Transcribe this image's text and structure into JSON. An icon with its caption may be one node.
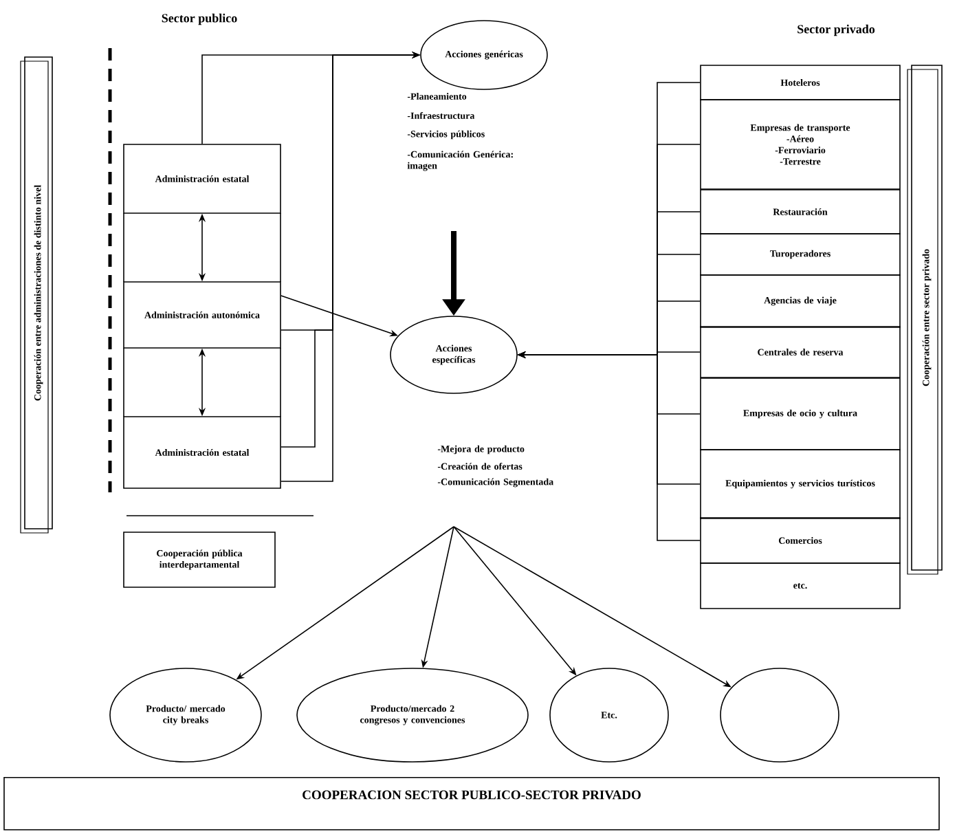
{
  "diagram": {
    "title": "COOPERACION SECTOR PUBLICO-SECTOR PRIVADO",
    "nodes": [
      {
        "text": [
          "Cooperación entre administraciones de distinto nivel"
        ]
      },
      {
        "text": [
          "Acciones genéricas"
        ]
      },
      {
        "text": [
          "Administración estatal"
        ]
      },
      {
        "text": [
          "Administración autonómica"
        ]
      },
      {
        "text": [
          "Administración estatal"
        ]
      },
      {
        "text": [
          "Acciones específicas"
        ]
      },
      {
        "text": [
          "Cooperación pública interdepartamental"
        ]
      },
      {
        "text": [
          "Hoteleros"
        ]
      },
      {
        "text": [
          "Empresas de transporte",
          "-Aéreo",
          "-Ferroviario",
          "-Terrestre"
        ]
      },
      {
        "text": [
          "Restauración"
        ]
      },
      {
        "text": [
          "Turoperadores"
        ]
      },
      {
        "text": [
          "Agencias de viaje"
        ]
      },
      {
        "text": [
          "Centrales de reserva"
        ]
      },
      {
        "text": [
          "Empresas de ocio y cultura"
        ]
      },
      {
        "text": [
          "Equipamientos y servicios turísticos"
        ]
      },
      {
        "text": [
          "Comercios"
        ]
      },
      {
        "text": [
          "etc."
        ]
      },
      {
        "text": [
          "Cooperación entre sector privado"
        ]
      },
      {
        "text": [
          "Producto/ mercado city breaks"
        ]
      },
      {
        "text": [
          "Producto/mercado 2 congresos y convenciones"
        ]
      },
      {
        "text": [
          "Etc."
        ]
      },
      {
        "text": [],
        "shape": "circle"
      }
    ],
    "edges": [
      {
        "from": 2,
        "to": 1,
        "arrow": "to"
      },
      {
        "from": 3,
        "to": 1,
        "arrow": "to"
      },
      {
        "from": 4,
        "to": 1,
        "arrow": "to"
      },
      {
        "from": 4,
        "to": 1,
        "arrow": "to"
      },
      {
        "from": 3,
        "to": 5,
        "arrow": "to"
      },
      {
        "from": 2,
        "to": 3,
        "arrow": "both"
      },
      {
        "from": 3,
        "to": 4,
        "arrow": "both"
      },
      {
        "from": 7,
        "to": 5,
        "arrow": "to"
      },
      {
        "from": 8,
        "to": 5,
        "arrow": "to"
      },
      {
        "from": 9,
        "to": 5,
        "arrow": "to"
      },
      {
        "from": 10,
        "to": 5,
        "arrow": "to"
      },
      {
        "from": 11,
        "to": 5,
        "arrow": "to"
      },
      {
        "from": 12,
        "to": 5,
        "arrow": "to"
      },
      {
        "from": 13,
        "to": 5,
        "arrow": "to"
      },
      {
        "from": 14,
        "to": 5,
        "arrow": "to"
      },
      {
        "from": 15,
        "to": 5,
        "arrow": "to"
      },
      {
        "from": null,
        "to": 5,
        "arrow": "to",
        "style": "thick"
      },
      {
        "from": null,
        "to": 18,
        "arrow": "to"
      },
      {
        "from": null,
        "to": 19,
        "arrow": "to"
      },
      {
        "from": null,
        "to": 20,
        "arrow": "to"
      },
      {
        "from": null,
        "to": 21,
        "arrow": "to"
      }
    ],
    "labels": [
      "Sector publico",
      "Sector privado",
      "-Planeamiento",
      "-Infraestructura",
      "-Servicios públicos",
      "-Comunicación Genérica: imagen",
      "-Mejora de producto",
      "-Creación de ofertas",
      "-Comunicación Segmentada"
    ]
  }
}
